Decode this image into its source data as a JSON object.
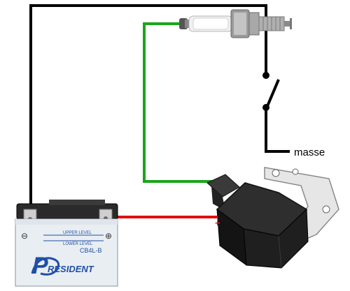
{
  "labels": {
    "masse": "masse",
    "plus": "+",
    "minus": "⊖",
    "battery_plus": "⊕"
  },
  "battery": {
    "upper_level": "UPPER LEVEL",
    "lower_level": "LOWER LEVEL",
    "model": "CB4L-B",
    "brand_letter": "P",
    "brand_rest": "RESIDENT"
  },
  "colors": {
    "wire_black": "#000000",
    "wire_green": "#1aa51a",
    "wire_red": "#e01010",
    "coil_body": "#1c1c1c",
    "battery_case": "#e9eef2",
    "battery_top": "#2a2a2a",
    "brand_blue": "#1f4fa8"
  },
  "icons": [
    "spark-plug-icon",
    "switch-icon",
    "ignition-coil-icon",
    "battery-icon"
  ]
}
